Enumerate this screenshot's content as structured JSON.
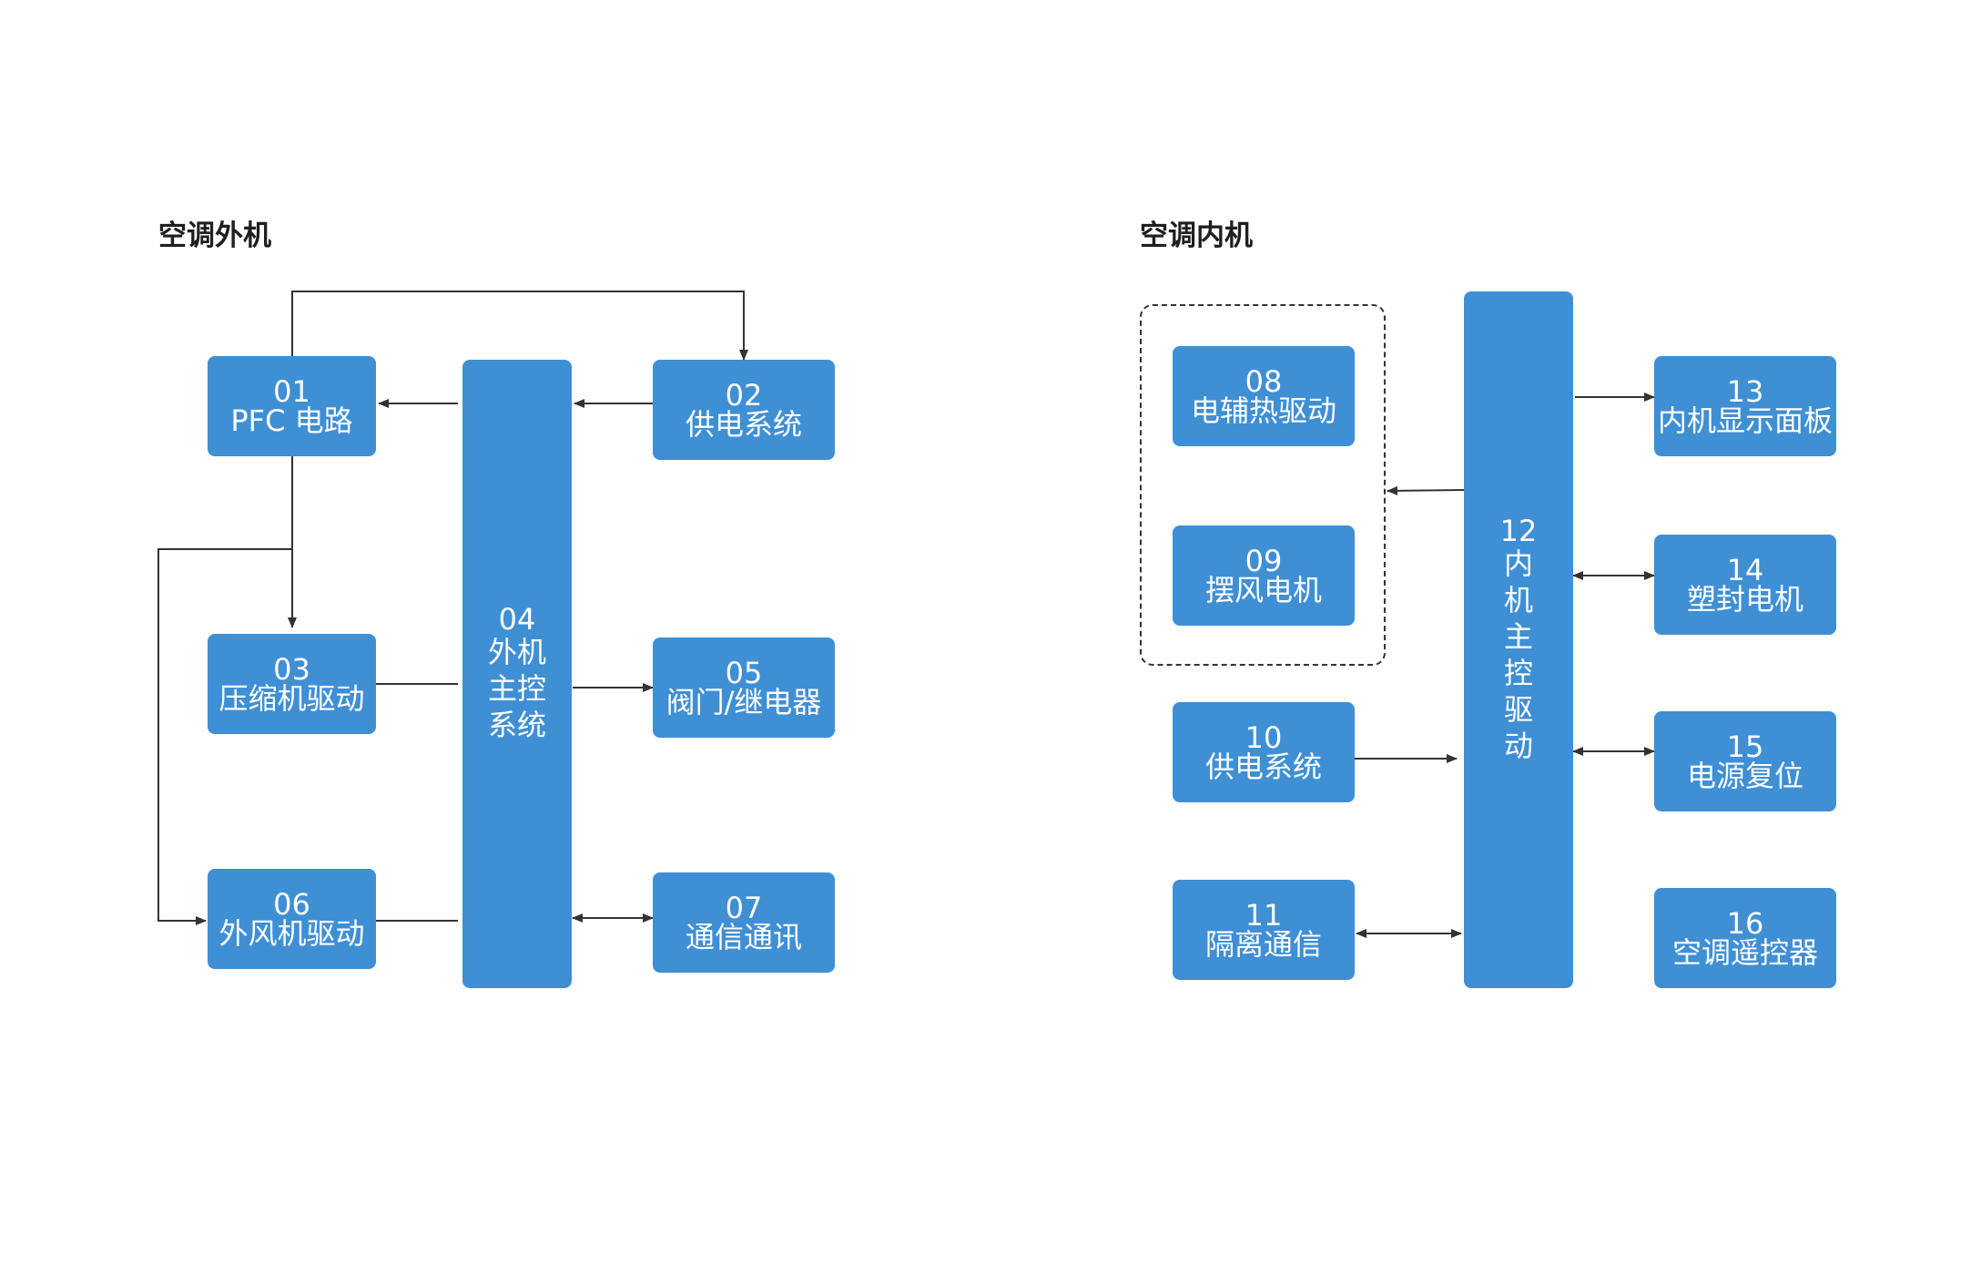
{
  "colors": {
    "block": "#3f8fd5",
    "text": "#ffffff",
    "line": "#333333",
    "title": "#1f1f1f"
  },
  "outdoor": {
    "title": "空调外机",
    "blocks": {
      "b01": {
        "num": "01",
        "label": "PFC 电路"
      },
      "b02": {
        "num": "02",
        "label": "供电系统"
      },
      "b03": {
        "num": "03",
        "label": "压缩机驱动"
      },
      "b04": {
        "num": "04",
        "label": "外机主控系统"
      },
      "b05": {
        "num": "05",
        "label": "阀门/继电器"
      },
      "b06": {
        "num": "06",
        "label": "外风机驱动"
      },
      "b07": {
        "num": "07",
        "label": "通信通讯"
      }
    }
  },
  "indoor": {
    "title": "空调内机",
    "blocks": {
      "b08": {
        "num": "08",
        "label": "电辅热驱动"
      },
      "b09": {
        "num": "09",
        "label": "摆风电机"
      },
      "b10": {
        "num": "10",
        "label": "供电系统"
      },
      "b11": {
        "num": "11",
        "label": "隔离通信"
      },
      "b12": {
        "num": "12",
        "label": "内机主控驱动"
      },
      "b13": {
        "num": "13",
        "label": "内机显示面板"
      },
      "b14": {
        "num": "14",
        "label": "塑封电机"
      },
      "b15": {
        "num": "15",
        "label": "电源复位"
      },
      "b16": {
        "num": "16",
        "label": "空调遥控器"
      }
    }
  }
}
